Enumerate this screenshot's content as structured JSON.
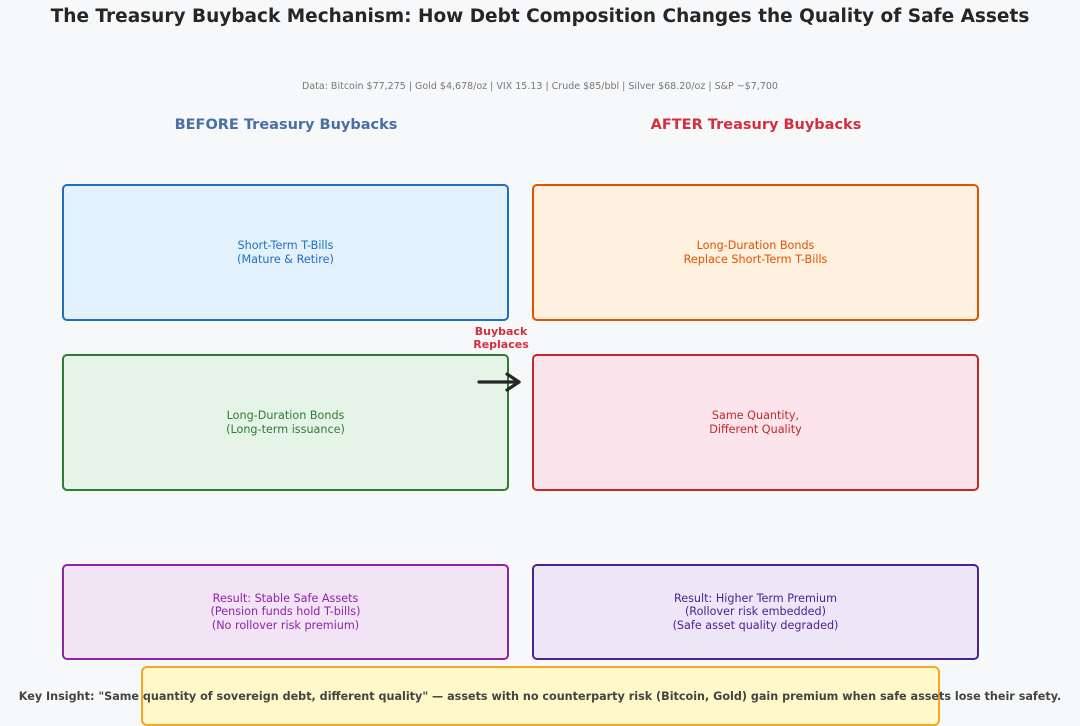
{
  "title": "The Treasury Buyback Mechanism: How Debt Composition Changes the Quality of Safe Assets",
  "subtitle": "Data: Bitcoin $77,275 | Gold $4,678/oz | VIX 15.13 | Crude $85/bbl | Silver $68.20/oz | S&P ~$7,700",
  "columns": {
    "before": {
      "title": "BEFORE Treasury Buybacks",
      "color": "#4a6fa5"
    },
    "after": {
      "title": "AFTER Treasury Buybacks",
      "color": "#d32f3f"
    }
  },
  "boxes": {
    "before_top": {
      "text": "Short-Term T-Bills\n(Mature & Retire)",
      "fill": "#e3f1fc",
      "border": "#1e6fc0",
      "textColor": "#1e6fc0"
    },
    "before_mid": {
      "text": "Long-Duration Bonds\n(Long-term issuance)",
      "fill": "#e6f4e7",
      "border": "#2e7d32",
      "textColor": "#2e7d32"
    },
    "before_result": {
      "text": "Result: Stable Safe Assets\n(Pension funds hold T-bills)\n(No rollover risk premium)",
      "fill": "#f2e3f5",
      "border": "#8e24aa",
      "textColor": "#8e24aa"
    },
    "after_top": {
      "text": "Long-Duration Bonds\nReplace Short-Term T-Bills",
      "fill": "#fef1e0",
      "border": "#e65100",
      "textColor": "#e65100"
    },
    "after_mid": {
      "text": "Same Quantity,\nDifferent Quality",
      "fill": "#fbe4ec",
      "border": "#c62828",
      "textColor": "#c62828"
    },
    "after_result": {
      "text": "Result: Higher Term Premium\n(Rollover risk embedded)\n(Safe asset quality degraded)",
      "fill": "#ede6f6",
      "border": "#4a2393",
      "textColor": "#4a2393"
    }
  },
  "arrow": {
    "label": "Buyback\nReplaces"
  },
  "insight": "Key Insight: \"Same quantity of sovereign debt, different quality\" — assets with no counterparty risk (Bitcoin, Gold) gain premium when safe assets lose their safety."
}
